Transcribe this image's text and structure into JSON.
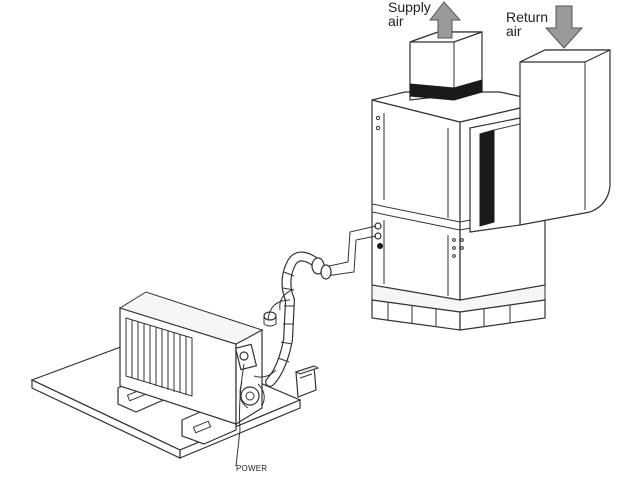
{
  "labels": {
    "supply_line1": "Supply",
    "supply_line2": "air",
    "return_line1": "Return",
    "return_line2": "air",
    "power": "POWER"
  },
  "colors": {
    "line": "#333333",
    "arrow_fill": "#9a9a9a",
    "duct_band": "#1a1a1a",
    "background": "#ffffff"
  },
  "icons": {
    "supply": "up-arrow-icon",
    "return": "down-arrow-icon"
  }
}
